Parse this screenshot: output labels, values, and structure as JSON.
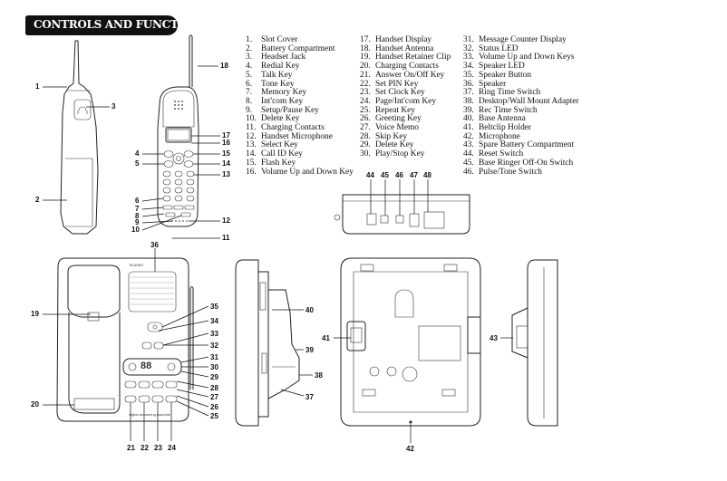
{
  "title": "CONTROLS AND FUNCTIONS",
  "legend": [
    {
      "n": "1.",
      "label": "Slot Cover"
    },
    {
      "n": "2.",
      "label": "Battery Compartment"
    },
    {
      "n": "3.",
      "label": "Headset Jack"
    },
    {
      "n": "4.",
      "label": "Redial Key"
    },
    {
      "n": "5.",
      "label": "Talk Key"
    },
    {
      "n": "6.",
      "label": "Tone Key"
    },
    {
      "n": "7.",
      "label": "Memory Key"
    },
    {
      "n": "8.",
      "label": "Int'com Key"
    },
    {
      "n": "9.",
      "label": "Setup/Pause Key"
    },
    {
      "n": "10.",
      "label": "Delete Key"
    },
    {
      "n": "11.",
      "label": "Charging Contacts"
    },
    {
      "n": "12.",
      "label": "Handset Microphone"
    },
    {
      "n": "13.",
      "label": "Select Key"
    },
    {
      "n": "14.",
      "label": "Call ID Key"
    },
    {
      "n": "15.",
      "label": "Flash Key"
    },
    {
      "n": "16.",
      "label": "Volume Up and Down Key"
    },
    {
      "n": "17.",
      "label": "Handset Display"
    },
    {
      "n": "18.",
      "label": "Handset Antenna"
    },
    {
      "n": "19.",
      "label": "Handset Retainer Clip"
    },
    {
      "n": "20.",
      "label": "Charging Contacts"
    },
    {
      "n": "21.",
      "label": "Answer On/Off Key"
    },
    {
      "n": "22.",
      "label": "Set PIN Key"
    },
    {
      "n": "23.",
      "label": "Set Clock Key"
    },
    {
      "n": "24.",
      "label": "Page/Int'com Key"
    },
    {
      "n": "25.",
      "label": "Repeat Key"
    },
    {
      "n": "26.",
      "label": "Greeting Key"
    },
    {
      "n": "27.",
      "label": "Voice  Memo"
    },
    {
      "n": "28.",
      "label": "Skip Key"
    },
    {
      "n": "29.",
      "label": "Delete Key"
    },
    {
      "n": "30.",
      "label": "Play/Stop Key"
    },
    {
      "n": "31.",
      "label": "Message Counter Display"
    },
    {
      "n": "32.",
      "label": "Status LED"
    },
    {
      "n": "33.",
      "label": "Volume Up and Down Keys"
    },
    {
      "n": "34.",
      "label": "Speaker LED"
    },
    {
      "n": "35.",
      "label": "Speaker Button"
    },
    {
      "n": "36.",
      "label": "Speaker"
    },
    {
      "n": "37.",
      "label": "Ring Time Switch"
    },
    {
      "n": "38.",
      "label": "Desktop/Wall Mount Adapter"
    },
    {
      "n": "39.",
      "label": "Rec Time Switch"
    },
    {
      "n": "40.",
      "label": "Base Antenna"
    },
    {
      "n": "41.",
      "label": "Beltclip Holder"
    },
    {
      "n": "42.",
      "label": "Microphone"
    },
    {
      "n": "43.",
      "label": "Spare Battery Compartment"
    },
    {
      "n": "44.",
      "label": "Reset Switch"
    },
    {
      "n": "45.",
      "label": "Base Ringer Off-On Switch"
    },
    {
      "n": "46.",
      "label": "Pulse/Tone Switch"
    }
  ],
  "callouts": {
    "c1": "1",
    "c2": "2",
    "c3": "3",
    "c4": "4",
    "c5": "5",
    "c6": "6",
    "c7": "7",
    "c8": "8",
    "c9": "9",
    "c10": "10",
    "c11": "11",
    "c12": "12",
    "c13": "13",
    "c14": "14",
    "c15": "15",
    "c16": "16",
    "c17": "17",
    "c18": "18",
    "c19": "19",
    "c20": "20",
    "c21": "21",
    "c22": "22",
    "c23": "23",
    "c24": "24",
    "c25": "25",
    "c26": "26",
    "c27": "27",
    "c28": "28",
    "c29": "29",
    "c30": "30",
    "c31": "31",
    "c32": "32",
    "c33": "33",
    "c34": "34",
    "c35": "35",
    "c36": "36",
    "c37": "37",
    "c38": "38",
    "c39": "39",
    "c40": "40",
    "c41": "41",
    "c42": "42",
    "c43": "43",
    "c44": "44",
    "c45": "45",
    "c46": "46",
    "c47": "47",
    "c48": "48"
  },
  "device_labels": {
    "counter": "88",
    "base_brand": "digital answering machine",
    "base_model": "TA-60R4"
  }
}
